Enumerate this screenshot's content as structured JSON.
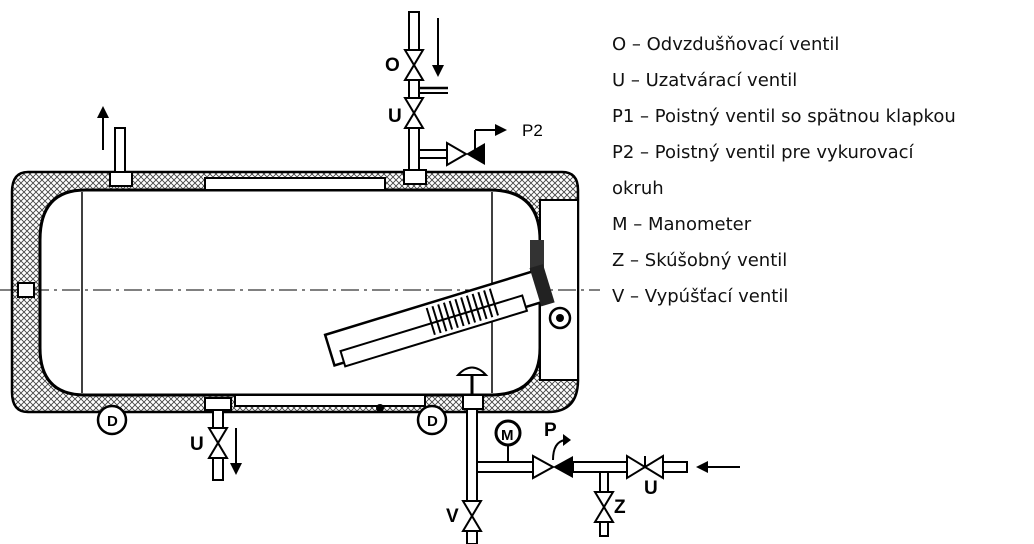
{
  "diagram": {
    "labels": {
      "o_top": "O",
      "u_top": "U",
      "p2_marker": "P2",
      "u_bottom": "U",
      "m_gauge": "M",
      "p_valve": "P",
      "u_right": "U",
      "z_valve": "Z",
      "v_valve": "V"
    }
  },
  "legend": {
    "items": [
      "O – Odvzdušňovací ventil",
      "U – Uzatvárací ventil",
      "P1 – Poistný ventil so spätnou klapkou",
      "P2 – Poistný ventil pre vykurovací",
      "okruh",
      "M – Manometer",
      "Z – Skúšobný ventil",
      "V – Vypúšťací ventil"
    ]
  }
}
